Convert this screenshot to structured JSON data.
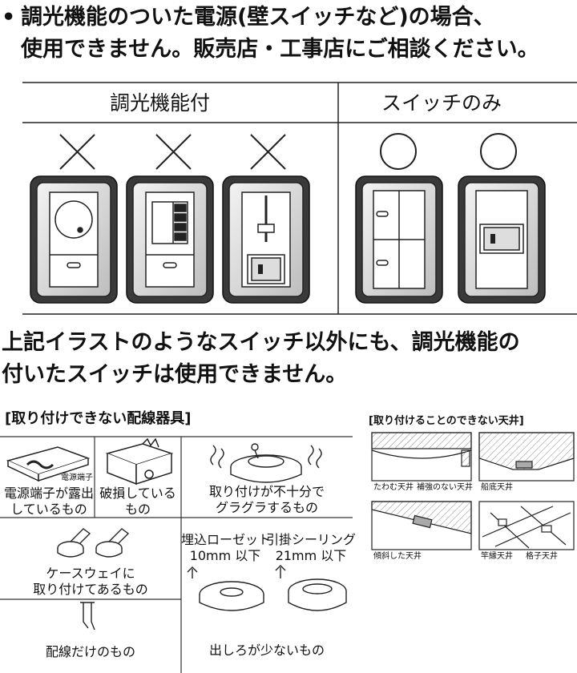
{
  "intro": {
    "bullet": "•",
    "line1": "調光機能のついた電源(壁スイッチなど)の場合、",
    "line2": "使用できません。販売店・工事店にご相談ください。"
  },
  "switch_table": {
    "dimmer_header": "調光機能付",
    "switch_only_header": "スイッチのみ",
    "marks": {
      "ng": "×",
      "ok": "○"
    }
  },
  "notice": {
    "line1": "上記イラストのようなスイッチ以外にも、調光機能の",
    "line2": "付いたスイッチは使用できません。"
  },
  "wiring": {
    "title": "[取り付けできない配線器具]",
    "items": {
      "exposed": {
        "tag": "電源端子",
        "line1": "電源端子が露出",
        "line2": "しているもの"
      },
      "damaged": {
        "line1": "破損している",
        "line2": "もの"
      },
      "loose": {
        "line1": "取り付けが不十分で",
        "line2": "グラグラするもの"
      },
      "caseway": {
        "line1": "ケースウェイに",
        "line2": "取り付けてあるもの"
      },
      "wires_only": {
        "line1": "配線だけのもの"
      },
      "short_protrusion": {
        "rosette_label": "埋込ローゼット",
        "rosette_value": "10mm 以下",
        "ceiling_label": "引掛シーリング",
        "ceiling_value": "21mm 以下",
        "caption": "出しろが少ないもの"
      }
    }
  },
  "ceilings": {
    "title": "[取り付けることのできない天井]",
    "items": {
      "sagging": "たわむ天井",
      "unreinforced": "補強のない天井",
      "boat_bottom": "船底天井",
      "inclined": "傾斜した天井",
      "rod_edge": "竿縁天井",
      "lattice": "格子天井"
    }
  }
}
